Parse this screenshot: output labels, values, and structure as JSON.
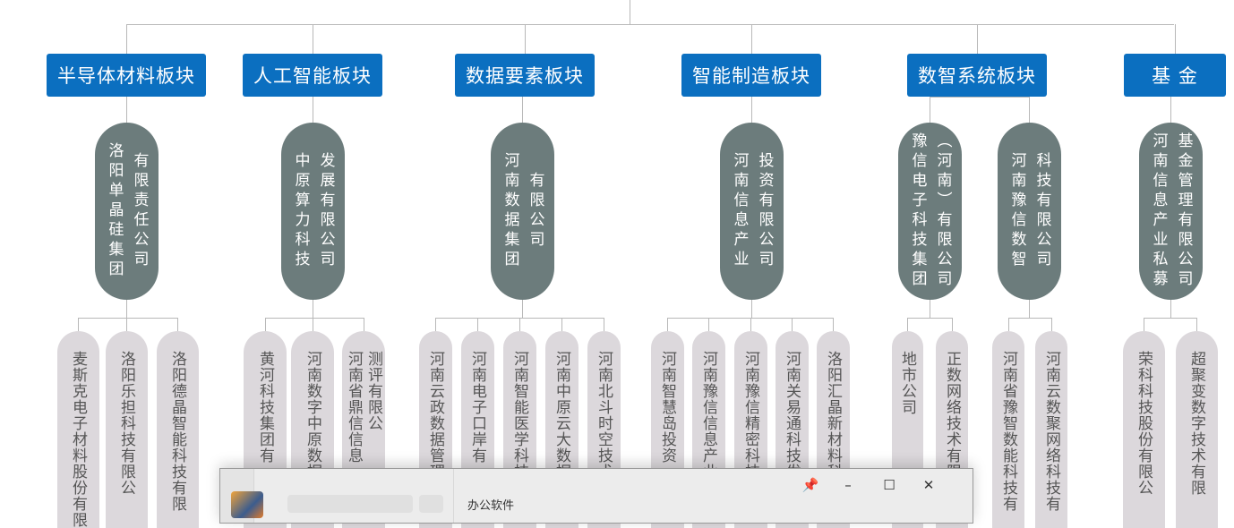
{
  "categories": [
    {
      "label": "半导体材料板块",
      "mids": [
        {
          "columns": [
            "洛阳单晶硅集团",
            "有限责任公司"
          ],
          "leaves": [
            [
              "麦斯克电子材料股份有限"
            ],
            [
              "洛阳乐担科技有限公"
            ],
            [
              "洛阳德晶智能科技有限"
            ]
          ]
        }
      ]
    },
    {
      "label": "人工智能板块",
      "mids": [
        {
          "columns": [
            "中原算力科技",
            "发展有限公司"
          ],
          "leaves": [
            [
              "黄河科技集团有"
            ],
            [
              "河南数字中原数据"
            ],
            [
              "河南省鼎信信息",
              "测评有限公"
            ]
          ]
        }
      ]
    },
    {
      "label": "数据要素板块",
      "mids": [
        {
          "columns": [
            "河南数据集团",
            "有限公司"
          ],
          "leaves": [
            [
              "河南云政数据管理"
            ],
            [
              "河南电子口岸有"
            ],
            [
              "河南智能医学科技"
            ],
            [
              "河南中原云大数据集"
            ],
            [
              "河南北斗时空技术"
            ]
          ]
        }
      ]
    },
    {
      "label": "智能制造板块",
      "mids": [
        {
          "columns": [
            "河南信息产业",
            "投资有限公司"
          ],
          "leaves": [
            [
              "河南智慧岛投资"
            ],
            [
              "河南豫信信息产业"
            ],
            [
              "河南豫信精密科技"
            ],
            [
              "河南关易通科技发展"
            ],
            [
              "洛阳汇晶新材料科技"
            ]
          ]
        }
      ]
    },
    {
      "label": "数智系统板块",
      "mids": [
        {
          "columns": [
            "豫信电子科技集团",
            "（河南）有限公司"
          ],
          "leaves": [
            [
              "地市公司"
            ],
            [
              "正数网络技术有限"
            ]
          ]
        },
        {
          "columns": [
            "河南豫信数智",
            "科技有限公司"
          ],
          "leaves": [
            [
              "河南省豫智数能科技有"
            ],
            [
              "河南云数聚网络科技有"
            ]
          ]
        }
      ]
    },
    {
      "label": "基 金",
      "mids": [
        {
          "columns": [
            "河南信息产业私募",
            "基金管理有限公司"
          ],
          "leaves": [
            [
              "荣科科技股份有限公"
            ],
            [
              "超聚变数字技术有限"
            ]
          ]
        }
      ]
    }
  ],
  "window": {
    "title": "办公软件",
    "controls": {
      "pin": "📌",
      "minimize": "–",
      "maximize": "☐",
      "close": "✕"
    }
  },
  "colors": {
    "category": "#0b6fc0",
    "mid": "#6c7c7c",
    "leaf": "#dcd8dc",
    "line": "#b8b8b8"
  }
}
